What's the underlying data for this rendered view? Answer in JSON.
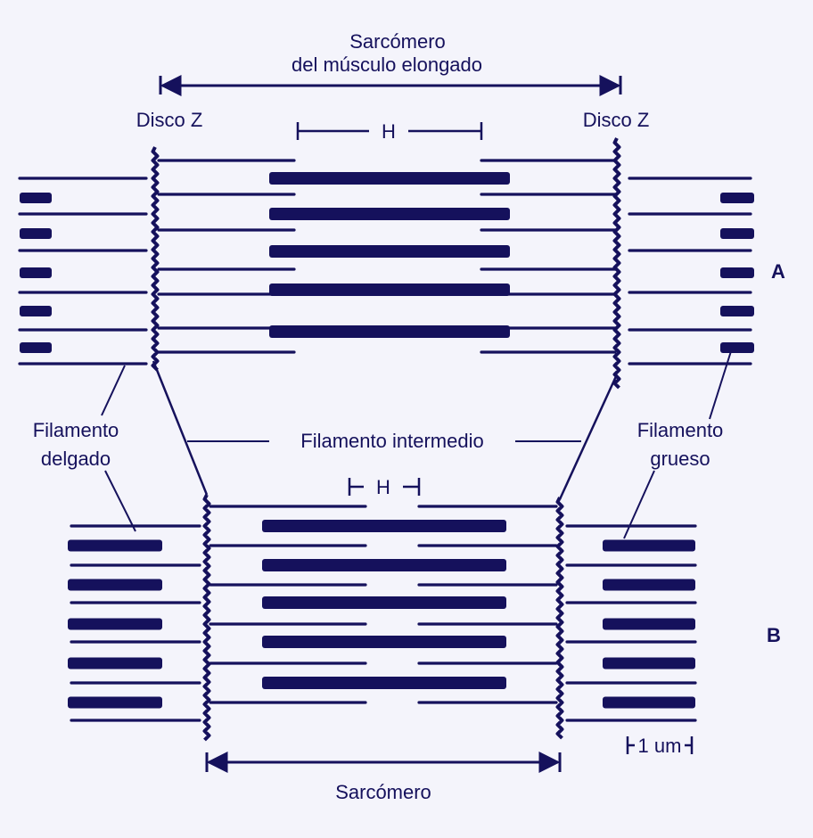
{
  "title_line1": "Sarcómero",
  "title_line2": "del músculo elongado",
  "disc_left": "Disco Z",
  "disc_right": "Disco Z",
  "h_top": "H",
  "h_bottom": "H",
  "label_A": "A",
  "label_B": "B",
  "thin_line1": "Filamento",
  "thin_line2": "delgado",
  "intermediate": "Filamento intermedio",
  "thick_line1": "Filamento",
  "thick_line2": "grueso",
  "scale": "1 um",
  "bottom_title": "Sarcómero",
  "colors": {
    "ink": "#15115c",
    "background": "#f4f4fb"
  }
}
